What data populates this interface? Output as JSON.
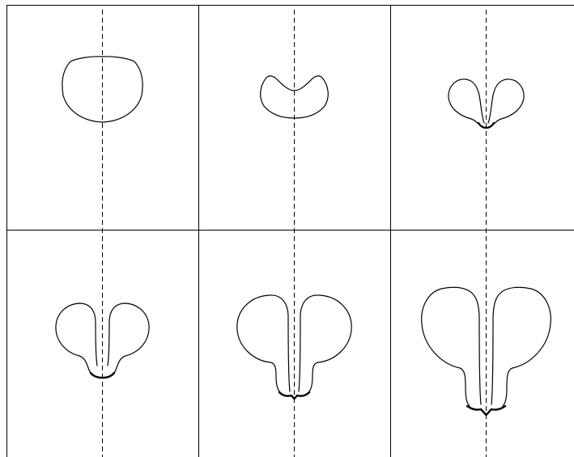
{
  "figure": {
    "panel_count": 6,
    "rows": 2,
    "cols": 3,
    "colors": {
      "background": "#ffffff",
      "stroke": "#000000",
      "axis": "#000000"
    },
    "panels": [
      {
        "shape": "round-body"
      },
      {
        "shape": "notched-kidney"
      },
      {
        "shape": "two-small-lobes"
      },
      {
        "shape": "two-lobes-short-stems"
      },
      {
        "shape": "two-lobes-long-stems"
      },
      {
        "shape": "two-large-lobes-long-stems"
      }
    ]
  }
}
